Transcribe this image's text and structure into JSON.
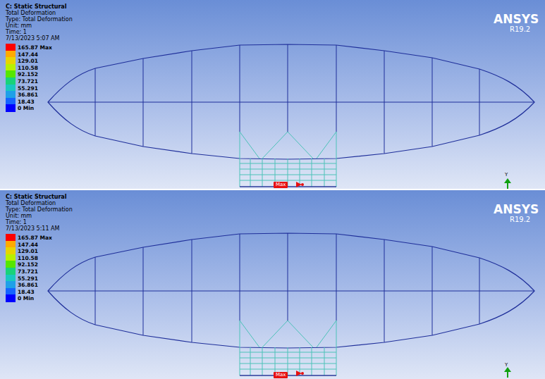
{
  "diagram": {
    "labels": [
      "C: Static Structural",
      "Total Deformation",
      "Type: Total Deformation",
      "Unit: mm",
      "Time: 1",
      "7/13/2023 5:07 AM",
      "ANSYS",
      "R19.2",
      "Max",
      "Y",
      "C: Static Structural",
      "Total Deformation",
      "Type: Total Deformation",
      "Unit: mm",
      "Time: 1",
      "7/13/2023 5:11 AM",
      "ANSYS",
      "R19.2",
      "Max",
      "Y"
    ],
    "legend": [
      {
        "text": "165.87 Max",
        "color": "#ff0000"
      },
      {
        "text": "147.44",
        "color": "#ffaa00"
      },
      {
        "text": "129.01",
        "color": "#e8d400"
      },
      {
        "text": "110.58",
        "color": "#b8f000"
      },
      {
        "text": "92.152",
        "color": "#55e600"
      },
      {
        "text": "73.721",
        "color": "#18d27a"
      },
      {
        "text": "55.291",
        "color": "#18c8c0"
      },
      {
        "text": "36.861",
        "color": "#1ea0e8"
      },
      {
        "text": "18.43",
        "color": "#1464ff"
      },
      {
        "text": "0 Min",
        "color": "#0000ff"
      },
      {
        "text": "165.87 Max",
        "color": "#ff0000"
      },
      {
        "text": "147.44",
        "color": "#ffaa00"
      },
      {
        "text": "129.01",
        "color": "#e8d400"
      },
      {
        "text": "110.58",
        "color": "#b8f000"
      },
      {
        "text": "92.152",
        "color": "#55e600"
      },
      {
        "text": "73.721",
        "color": "#18d27a"
      },
      {
        "text": "55.291",
        "color": "#18c8c0"
      },
      {
        "text": "36.861",
        "color": "#1ea0e8"
      },
      {
        "text": "18.43",
        "color": "#1464ff"
      },
      {
        "text": "0 Min",
        "color": "#0000ff"
      }
    ]
  }
}
